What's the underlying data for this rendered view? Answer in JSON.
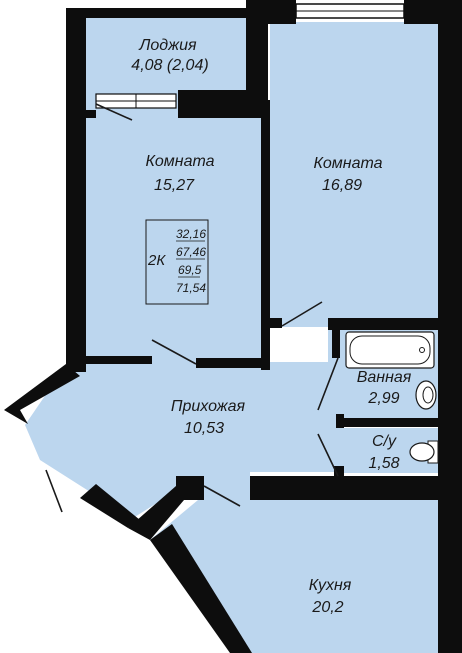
{
  "colors": {
    "floor": "#bcd6ee",
    "wall": "#0d0d0d",
    "background": "#ffffff",
    "fixture": "#ffffff"
  },
  "rooms": {
    "loggia": {
      "name": "Лоджия",
      "area": "4,08 (2,04)"
    },
    "room1": {
      "name": "Комната",
      "area": "15,27"
    },
    "room2": {
      "name": "Комната",
      "area": "16,89"
    },
    "hall": {
      "name": "Прихожая",
      "area": "10,53"
    },
    "bath": {
      "name": "Ванная",
      "area": "2,99"
    },
    "wc": {
      "name": "С/у",
      "area": "1,58"
    },
    "kitchen": {
      "name": "Кухня",
      "area": "20,2"
    }
  },
  "spec": {
    "code": "2К",
    "values": [
      "32,16",
      "67,46",
      "69,5",
      "71,54"
    ]
  }
}
